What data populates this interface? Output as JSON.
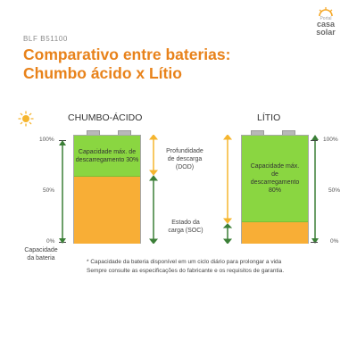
{
  "brand": {
    "code": "BLF B51100",
    "logo_top": "Portal",
    "logo_line1": "casa",
    "logo_line2": "solar"
  },
  "title": {
    "line1": "Comparativo entre baterias:",
    "line2": "Chumbo ácido x Lítio"
  },
  "lead_acid": {
    "heading": "CHUMBO-ÁCIDO",
    "capacity_text": "Capacidade máx. de descarregamento 30%",
    "depth_of_discharge": 0.3,
    "axis_top": "100%",
    "axis_mid": "50%",
    "axis_bottom": "0%",
    "axis_label": "Capacidade da bateria"
  },
  "lithium": {
    "heading": "LÍTIO",
    "capacity_text": "Capacidade máx. de descarregamento 80%",
    "depth_of_discharge": 0.8,
    "axis_top": "100%",
    "axis_mid": "50%",
    "axis_bottom": "0%"
  },
  "middle_labels": {
    "dod": "Profundidade de descarga (DOD)",
    "soc": "Estado da carga (SOC)"
  },
  "footnote": {
    "line1": "* Capacidade da bateria disponível em um ciclo diário para prolongar a vida",
    "line2": "Sempre consulte as especificações do fabricante e os requisitos de garantia."
  },
  "colors": {
    "accent": "#e8821a",
    "green": "#8ad641",
    "orange": "#f8ae36",
    "sun": "#f5b52e"
  },
  "icons": [
    "sun-icon"
  ]
}
